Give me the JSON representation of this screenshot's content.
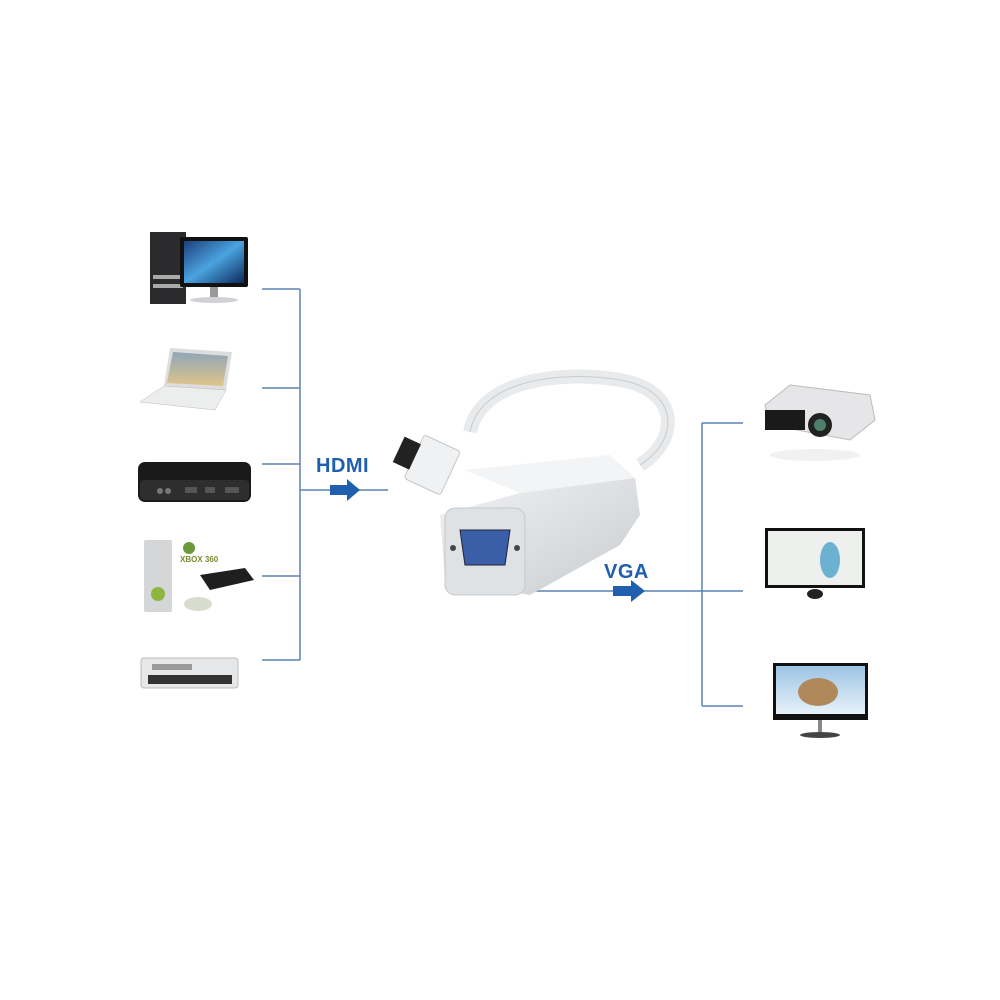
{
  "labels": {
    "input": "HDMI",
    "output": "VGA"
  },
  "logos": {
    "console": "XBOX 360"
  },
  "colors": {
    "line": "#5b82b4",
    "arrow": "#1f5fae",
    "adapter": "#e4e6e8",
    "vga_port": "#3a5fa8"
  },
  "sources": [
    {
      "icon": "desktop-computer-icon"
    },
    {
      "icon": "laptop-icon"
    },
    {
      "icon": "apple-tv-icon"
    },
    {
      "icon": "game-consoles-icon"
    },
    {
      "icon": "mac-mini-icon"
    }
  ],
  "outputs": [
    {
      "icon": "projector-icon"
    },
    {
      "icon": "monitor-icon"
    },
    {
      "icon": "monitor-icon"
    }
  ]
}
